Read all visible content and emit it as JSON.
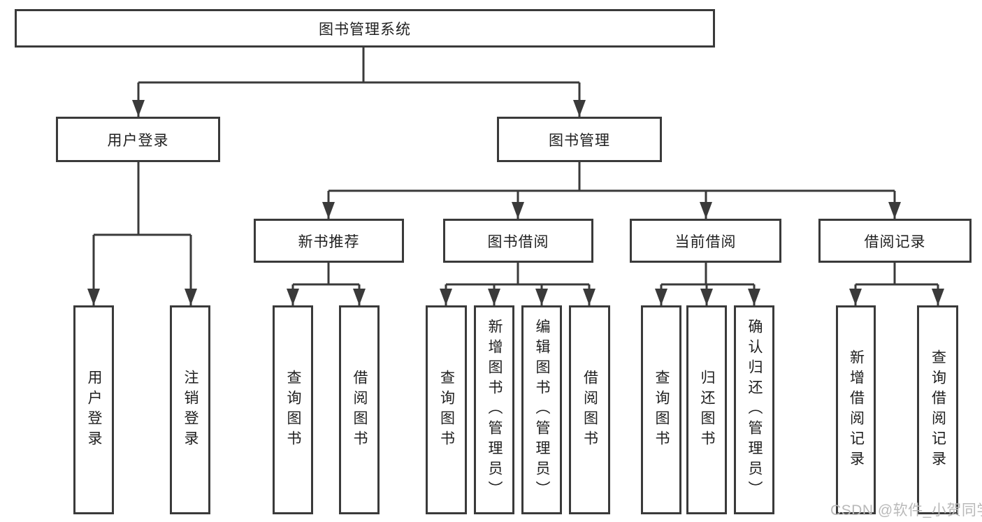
{
  "diagram": {
    "title": "图书管理系统",
    "tree": {
      "root": {
        "label": "图书管理系统"
      },
      "children": [
        {
          "label": "用户登录",
          "children": [
            {
              "label": "用户登录"
            },
            {
              "label": "注销登录"
            }
          ]
        },
        {
          "label": "图书管理",
          "children": [
            {
              "label": "新书推荐",
              "children": [
                {
                  "label": "查询图书"
                },
                {
                  "label": "借阅图书"
                }
              ]
            },
            {
              "label": "图书借阅",
              "children": [
                {
                  "label": "查询图书"
                },
                {
                  "label": "新增图书（管理员）"
                },
                {
                  "label": "编辑图书（管理员）"
                },
                {
                  "label": "借阅图书"
                }
              ]
            },
            {
              "label": "当前借阅",
              "children": [
                {
                  "label": "查询图书"
                },
                {
                  "label": "归还图书"
                },
                {
                  "label": "确认归还（管理员）"
                }
              ]
            },
            {
              "label": "借阅记录",
              "children": [
                {
                  "label": "新增借阅记录"
                },
                {
                  "label": "查询借阅记录"
                }
              ]
            }
          ]
        }
      ]
    }
  },
  "watermark": {
    "text": "CSDN @软件_小贺同学"
  },
  "colors": {
    "line": "#3a3a3a",
    "text": "#1f1f1f",
    "watermark": "#b9b9b9",
    "background": "#ffffff"
  }
}
